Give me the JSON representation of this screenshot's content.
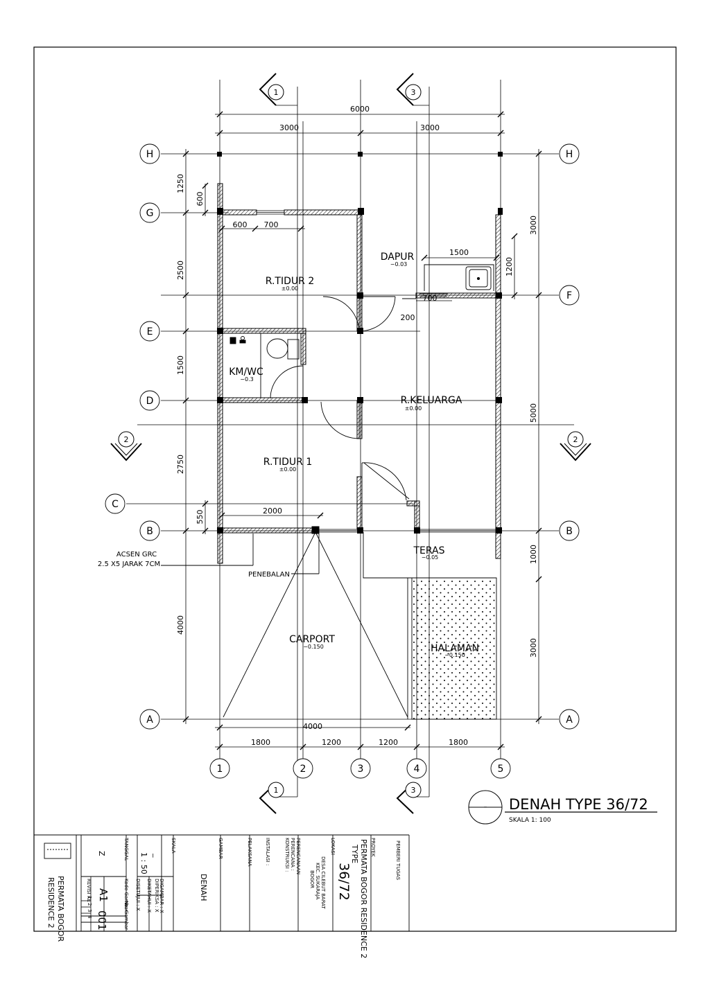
{
  "drawing": {
    "title": "DENAH TYPE  36/72",
    "title_dash": "-",
    "scale": "SKALA 1: 100"
  },
  "grid": {
    "rows": [
      "H",
      "G",
      "F",
      "E",
      "D",
      "C",
      "B",
      "A"
    ],
    "cols": [
      "1",
      "2",
      "3",
      "4",
      "5"
    ]
  },
  "sections": {
    "s1": "1",
    "s2": "2",
    "s3": "3"
  },
  "dims": {
    "top_total": "6000",
    "top_left": "3000",
    "top_right": "3000",
    "bottom_total": "4000",
    "bottom": [
      "1800",
      "1200",
      "1200",
      "1800"
    ],
    "left": [
      "1250",
      "2500",
      "1500",
      "2750",
      "4000"
    ],
    "left_small": [
      "600",
      "550"
    ],
    "right": [
      "3000",
      "5000",
      "1000",
      "3000"
    ],
    "right_small": "1200",
    "window_600": "600",
    "window_700": "700",
    "kitchen_1500": "1500",
    "kitchen_700": "700",
    "door_200": "200",
    "ext_2000": "2000"
  },
  "rooms": {
    "tidur2": {
      "name": "R.TIDUR  2",
      "level": "±0.00"
    },
    "dapur": {
      "name": "DAPUR",
      "level": "−0.03"
    },
    "kmwc": {
      "name": "KM/WC",
      "level": "−0.3"
    },
    "keluarga": {
      "name": "R.KELUARGA",
      "level": "±0.00"
    },
    "tidur1": {
      "name": "R.TIDUR  1",
      "level": "±0.00"
    },
    "teras": {
      "name": "TERAS",
      "level": "−0.05"
    },
    "carport": {
      "name": "CARPORT",
      "level": "−0.150"
    },
    "halaman": {
      "name": "HALAMAN",
      "level": "−0.150"
    }
  },
  "notes": {
    "acsen_1": "ACSEN  GRC",
    "acsen_2": "2.5 X5  JARAK 7CM",
    "penebalan": "PENEBALAN"
  },
  "title_block": {
    "pemberi_tugas": "PEMBERI TUGAS",
    "proyek_label": "PROYEK",
    "proyek_1": "PERMATA  BOGOR  RESIDENCE  2",
    "proyek_type": "TYPE",
    "proyek_2": "36/72",
    "lokasi_label": "LOKASI",
    "lokasi_1": "DESA  CILEBUT  BARAT",
    "lokasi_2": "KEC.  SUKARAJA",
    "lokasi_3": "BOGOR",
    "perencanaan_label": "PERENCANAAN",
    "perencana": "PERENCANA    :",
    "konstruksi": "KONSTRUKSI    :",
    "instalasi": "INSTALASI    :",
    "pelaksana_label": "PELAKSANA",
    "gambar_label": "GAMBAR",
    "gambar_value": "DENAH",
    "skala_label": "SKALA",
    "skala_dash": "_",
    "skala_value": "1 :  50",
    "digambar": "DIGAMBAR  : X",
    "diperiksa": "DIPERIKSA  : X",
    "diketahui": "DIKETAHUI  : X",
    "disetujui": "DISETUJUI  : X",
    "tanggal_label": "TANGGAL",
    "z_mark": "Z",
    "kode_label": "Kode  Gambar",
    "kode_value": "A1",
    "no_label": "No.  Gambar",
    "no_value": "001",
    "revisi_label": "REVISI  KE",
    "revisi": [
      "1",
      "2",
      "3",
      "4"
    ],
    "footer_1": "PERMATA  BOGOR",
    "footer_2": "RESIDENCE  2"
  }
}
